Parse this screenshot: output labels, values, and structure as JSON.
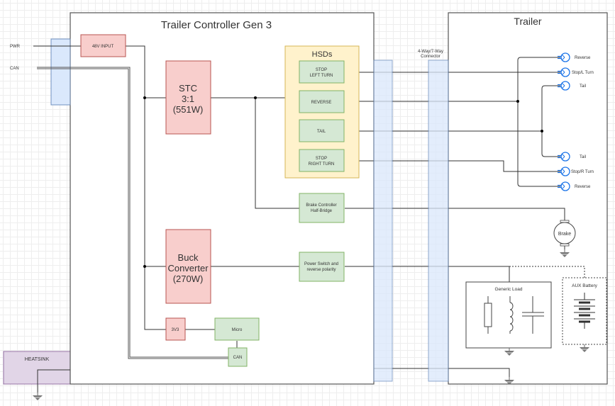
{
  "diagram": {
    "controller": {
      "title": "Trailer Controller Gen 3"
    },
    "trailer": {
      "title": "Trailer"
    },
    "external_inputs": {
      "pwr": "PWR",
      "can": "CAN"
    },
    "heatsink": "HEATSINK",
    "blocks": {
      "input_48v": "48V INPUT",
      "stc": [
        "STC",
        "3:1",
        "(551W)"
      ],
      "buck": [
        "Buck",
        "Converter",
        "(270W)"
      ],
      "v3v3": "3V3",
      "micro": "Micro",
      "can": "CAN",
      "brake_controller": [
        "Brake Controller",
        "Half-Bridge"
      ],
      "power_switch": [
        "Power Switch and",
        "reverse polarity"
      ]
    },
    "hsds": {
      "title": "HSDs",
      "items": [
        [
          "STOP",
          "LEFT TURN"
        ],
        [
          "REVERSE"
        ],
        [
          "TAIL"
        ],
        [
          "STOP",
          "RIGHT TURN"
        ]
      ]
    },
    "connector": [
      "4-Way/7-Way",
      "Connector"
    ],
    "lamps": [
      "Reverse",
      "Stop/L Turn",
      "Tail",
      "Tail",
      "Stop/R Turn",
      "Reverse"
    ],
    "brake": "Brake",
    "generic_load": "Generic Load",
    "aux_battery": "AUX Battery",
    "colors": {
      "power_block_fill": "#f8cecc",
      "power_block_stroke": "#b85450",
      "logic_block_fill": "#d5e8d4",
      "logic_block_stroke": "#82b366",
      "hsd_group_fill": "#fff2cc",
      "hsd_group_stroke": "#d6b656",
      "connector_fill": "#dae8fc",
      "connector_stroke": "#6c8ebf",
      "heatsink_fill": "#e1d5e7",
      "heatsink_stroke": "#9673a6",
      "lamp_color": "#1a73e8"
    }
  }
}
